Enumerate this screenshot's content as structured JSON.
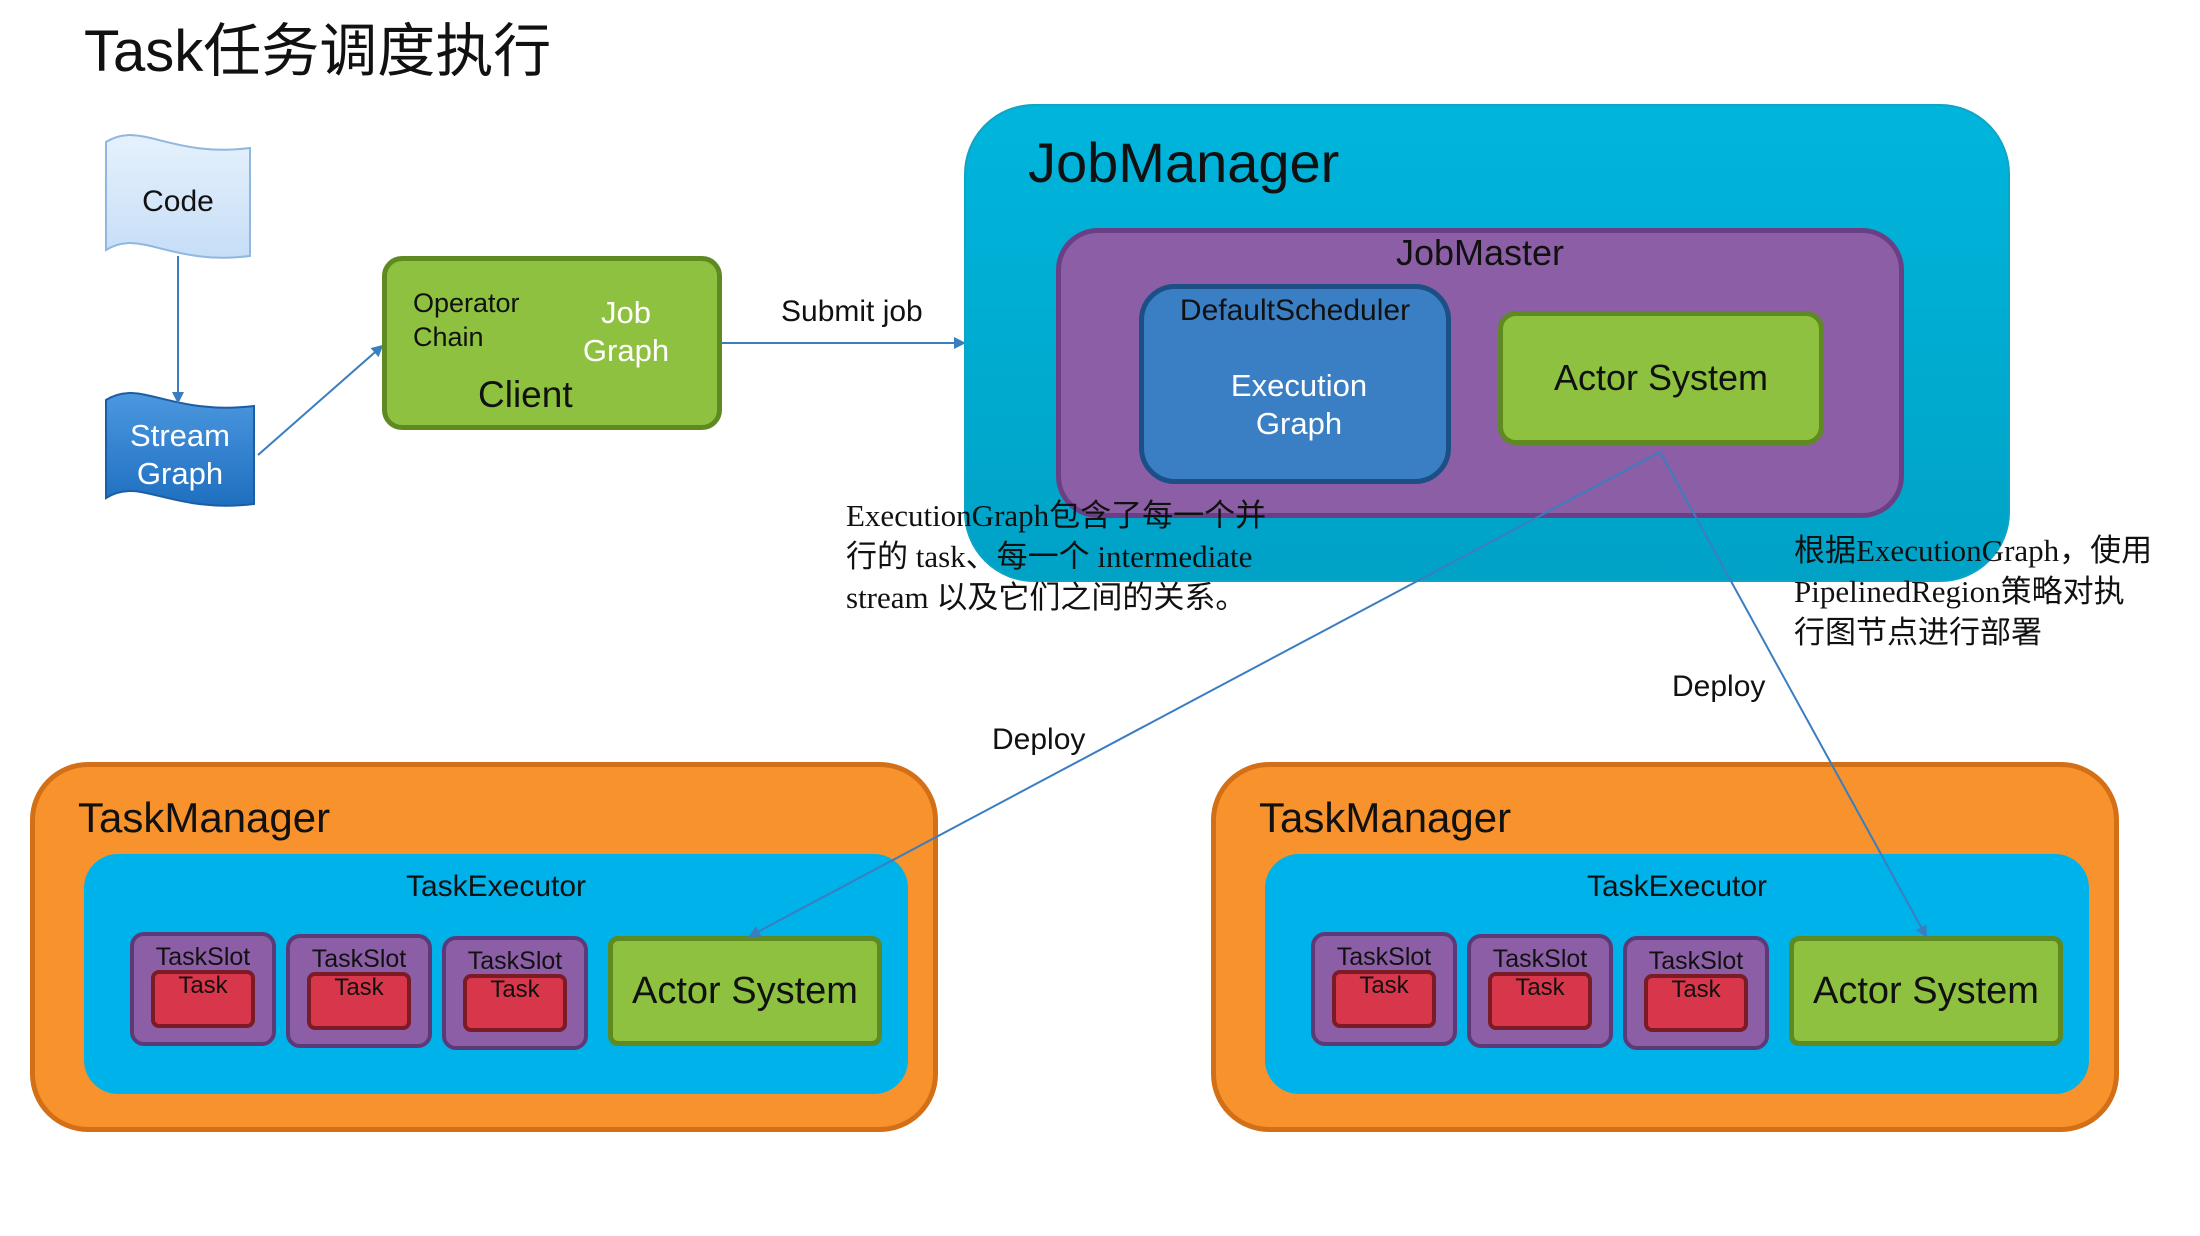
{
  "title": "Task任务调度执行",
  "code_label": "Code",
  "stream_graph_label": "Stream Graph",
  "client": {
    "operator_chain": "Operator Chain",
    "job_graph": "Job Graph",
    "label": "Client"
  },
  "submit_label": "Submit job",
  "job_manager": {
    "label": "JobManager",
    "job_master": "JobMaster",
    "scheduler": "DefaultScheduler",
    "execution_graph": "Execution Graph",
    "actor_system": "Actor System"
  },
  "note_left": [
    "ExecutionGraph包含了每一个并",
    "行的 task、每一个 intermediate",
    "stream 以及它们之间的关系。"
  ],
  "note_right": [
    "根据ExecutionGraph，使用",
    "PipelinedRegion策略对执",
    "行图节点进行部署"
  ],
  "deploy_left": "Deploy",
  "deploy_right": "Deploy",
  "task_managers": [
    {
      "label": "TaskManager",
      "executor": "TaskExecutor",
      "slots": [
        {
          "slot": "TaskSlot",
          "task": "Task"
        },
        {
          "slot": "TaskSlot",
          "task": "Task"
        },
        {
          "slot": "TaskSlot",
          "task": "Task"
        }
      ],
      "actor_system": "Actor System"
    },
    {
      "label": "TaskManager",
      "executor": "TaskExecutor",
      "slots": [
        {
          "slot": "TaskSlot",
          "task": "Task"
        },
        {
          "slot": "TaskSlot",
          "task": "Task"
        },
        {
          "slot": "TaskSlot",
          "task": "Task"
        }
      ],
      "actor_system": "Actor System"
    }
  ],
  "colors": {
    "code_flag": "#c6def7",
    "stream_flag": "#1f6fc0",
    "job_graph_flag": "#7d4c9e",
    "execution_graph_flag": "#f58220",
    "arrow": "#3a7dc0"
  }
}
